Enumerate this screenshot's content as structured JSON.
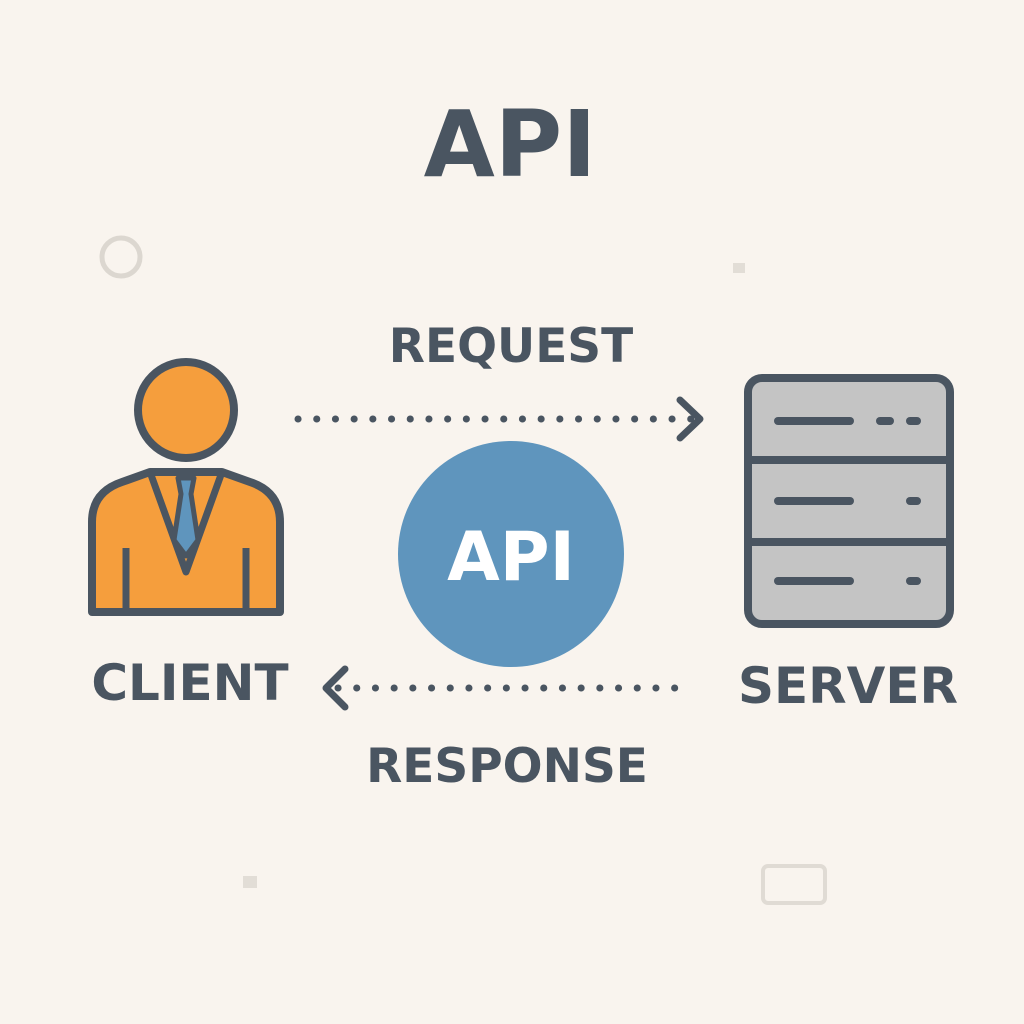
{
  "title": "API",
  "hub": {
    "label": "API",
    "color": "#5f95bd"
  },
  "client": {
    "label": "CLIENT",
    "icon": "person-icon",
    "color": "#f59e3d"
  },
  "server": {
    "label": "SERVER",
    "icon": "server-icon",
    "color": "#c4c4c4"
  },
  "edges": {
    "request": {
      "label": "REQUEST",
      "direction": "client-to-server"
    },
    "response": {
      "label": "RESPONSE",
      "direction": "server-to-client"
    }
  },
  "colors": {
    "background": "#f9f4ee",
    "stroke": "#4a5561",
    "text": "#4a5561"
  }
}
